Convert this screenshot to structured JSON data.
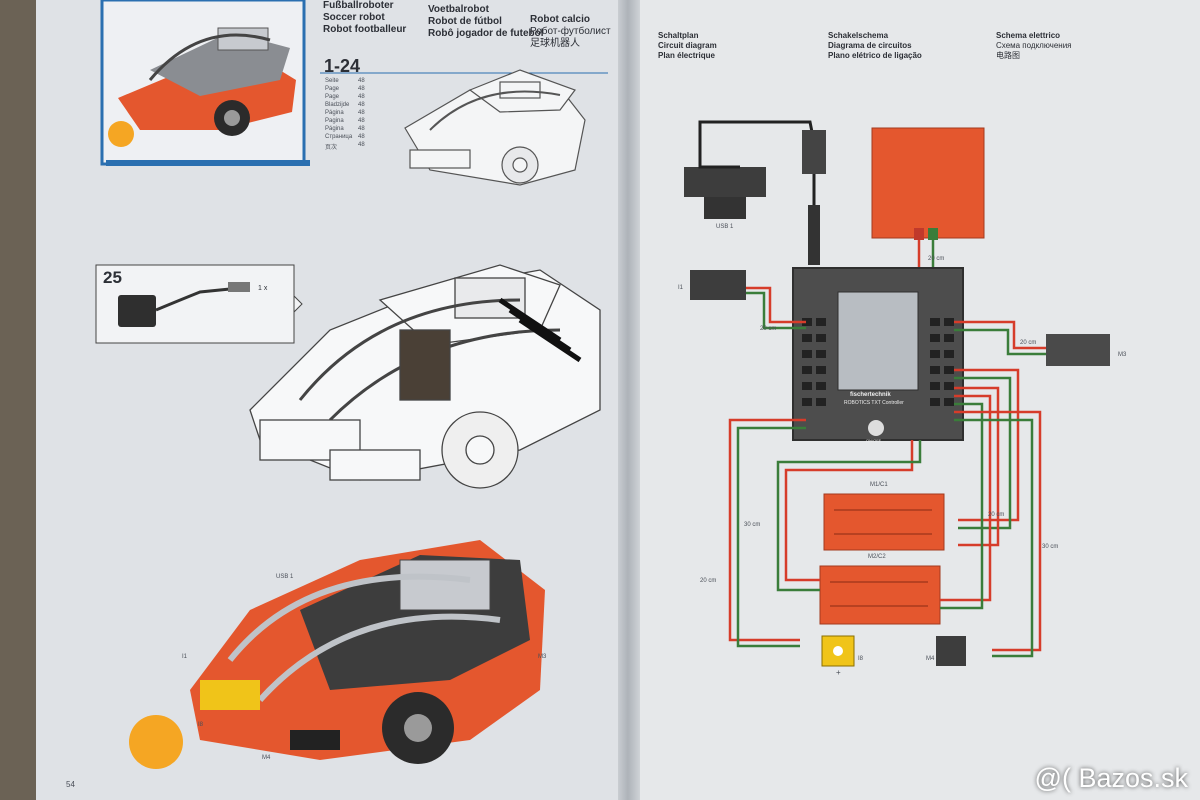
{
  "left_page": {
    "titles": {
      "col1": [
        "Fußballroboter",
        "Soccer robot",
        "Robot footballeur"
      ],
      "col2": [
        "Voetbalrobot",
        "Robot de fútbol",
        "Robô jogador de futebol"
      ],
      "col3": [
        "Robot calcio",
        "Робот-футболист",
        "足球机器人"
      ]
    },
    "steps_range": "1-24",
    "page_refs": [
      {
        "label": "Seite",
        "num": "48"
      },
      {
        "label": "Page",
        "num": "48"
      },
      {
        "label": "Page",
        "num": "48"
      },
      {
        "label": "Bladzijde",
        "num": "48"
      },
      {
        "label": "Página",
        "num": "48"
      },
      {
        "label": "Pagina",
        "num": "48"
      },
      {
        "label": "Página",
        "num": "48"
      },
      {
        "label": "Страница",
        "num": "48"
      },
      {
        "label": "页次",
        "num": "48"
      }
    ],
    "step_number": "25",
    "step_quantity": "1 x",
    "robot_labels": {
      "usb": "USB 1",
      "i1": "I1",
      "m3": "M3",
      "i8": "I8",
      "m4": "M4"
    },
    "page_number": "54"
  },
  "right_page": {
    "titles": {
      "col1": [
        "Schaltplan",
        "Circuit diagram",
        "Plan électrique"
      ],
      "col2": [
        "Schakelschema",
        "Diagrama de circuitos",
        "Plano elétrico de ligação"
      ],
      "col3": [
        "Schema elettrico",
        "Схема подключения",
        "电路图"
      ]
    },
    "labels": {
      "usb": "USB 1",
      "i1": "I1",
      "m3": "M3",
      "m1": "M1/C1",
      "m2": "M2/C2",
      "i8": "I8",
      "m4": "M4",
      "plus": "+",
      "brand": "fischertechnik",
      "controller": "ROBOTICS TXT Controller",
      "onoff": "ON/OFF"
    },
    "cable_lengths": [
      "20 cm",
      "20 cm",
      "20 cm",
      "30 cm",
      "20 cm",
      "20 cm",
      "30 cm"
    ]
  },
  "watermark": "@( Bazos.sk",
  "colors": {
    "orange": "#e4572e",
    "red_wire": "#d63c2a",
    "green_wire": "#3a7d3a",
    "gray": "#4a4a4a",
    "blue_frame": "#2a6fb0"
  }
}
